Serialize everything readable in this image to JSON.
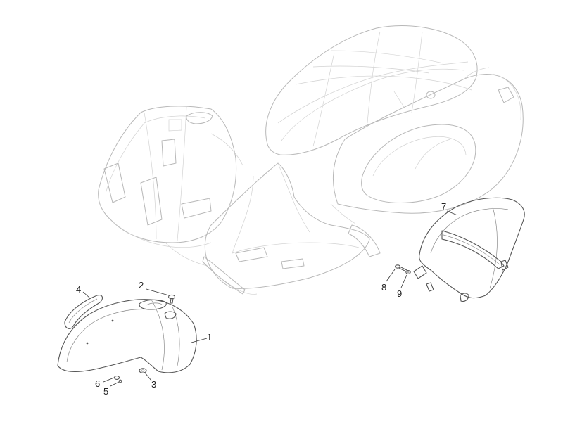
{
  "diagram": {
    "callouts": [
      {
        "id": "1",
        "label": "1"
      },
      {
        "id": "2",
        "label": "2"
      },
      {
        "id": "3",
        "label": "3"
      },
      {
        "id": "4",
        "label": "4"
      },
      {
        "id": "5",
        "label": "5"
      },
      {
        "id": "6",
        "label": "6"
      },
      {
        "id": "7",
        "label": "7"
      },
      {
        "id": "8",
        "label": "8"
      },
      {
        "id": "9",
        "label": "9"
      }
    ]
  }
}
